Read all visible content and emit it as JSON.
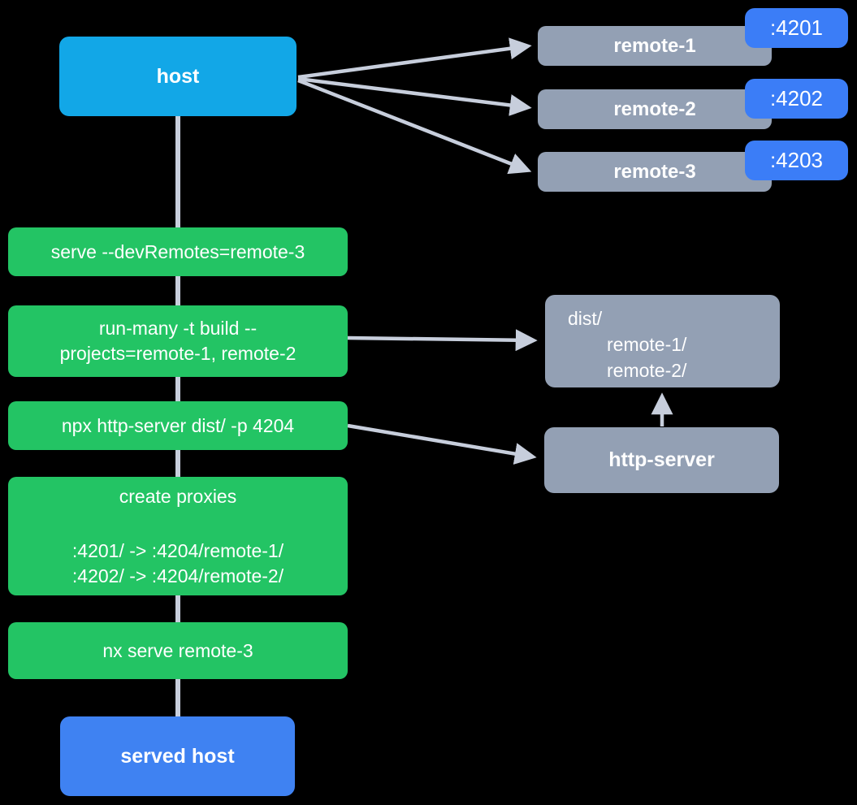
{
  "colors": {
    "canvas_bg": "#000000",
    "host_bg": "#12A7E7",
    "remote_bg": "#93A0B4",
    "badge_bg": "#3B7DF7",
    "step_bg": "#23C464",
    "served_bg": "#3F82F2",
    "connector": "#C7CEDC",
    "text": "#FFFFFF"
  },
  "nodes": {
    "host": {
      "label": "host"
    },
    "remotes": [
      {
        "name": "remote-1",
        "port": ":4201"
      },
      {
        "name": "remote-2",
        "port": ":4202"
      },
      {
        "name": "remote-3",
        "port": ":4203"
      }
    ],
    "steps": [
      {
        "label": "serve --devRemotes=remote-3"
      },
      {
        "lines": [
          "run-many -t build --",
          "projects=remote-1, remote-2"
        ]
      },
      {
        "label": "npx http-server dist/ -p 4204"
      },
      {
        "title": "create proxies",
        "lines": [
          ":4201/ -> :4204/remote-1/",
          ":4202/ -> :4204/remote-2/"
        ]
      },
      {
        "label": "nx serve remote-3"
      }
    ],
    "dist": {
      "lines": [
        "dist/",
        "remote-1/",
        "remote-2/"
      ]
    },
    "http_server": {
      "label": "http-server"
    },
    "served_host": {
      "label": "served host"
    }
  },
  "edges": [
    {
      "from": "host",
      "to": "remote-1"
    },
    {
      "from": "host",
      "to": "remote-2"
    },
    {
      "from": "host",
      "to": "remote-3"
    },
    {
      "from": "host",
      "to": "served host",
      "via": [
        "serve --devRemotes=remote-3",
        "run-many -t build --projects=remote-1, remote-2",
        "npx http-server dist/ -p 4204",
        "create proxies",
        "nx serve remote-3"
      ]
    },
    {
      "from": "run-many -t build --projects=remote-1, remote-2",
      "to": "dist/"
    },
    {
      "from": "npx http-server dist/ -p 4204",
      "to": "http-server"
    },
    {
      "from": "http-server",
      "to": "dist/"
    }
  ]
}
